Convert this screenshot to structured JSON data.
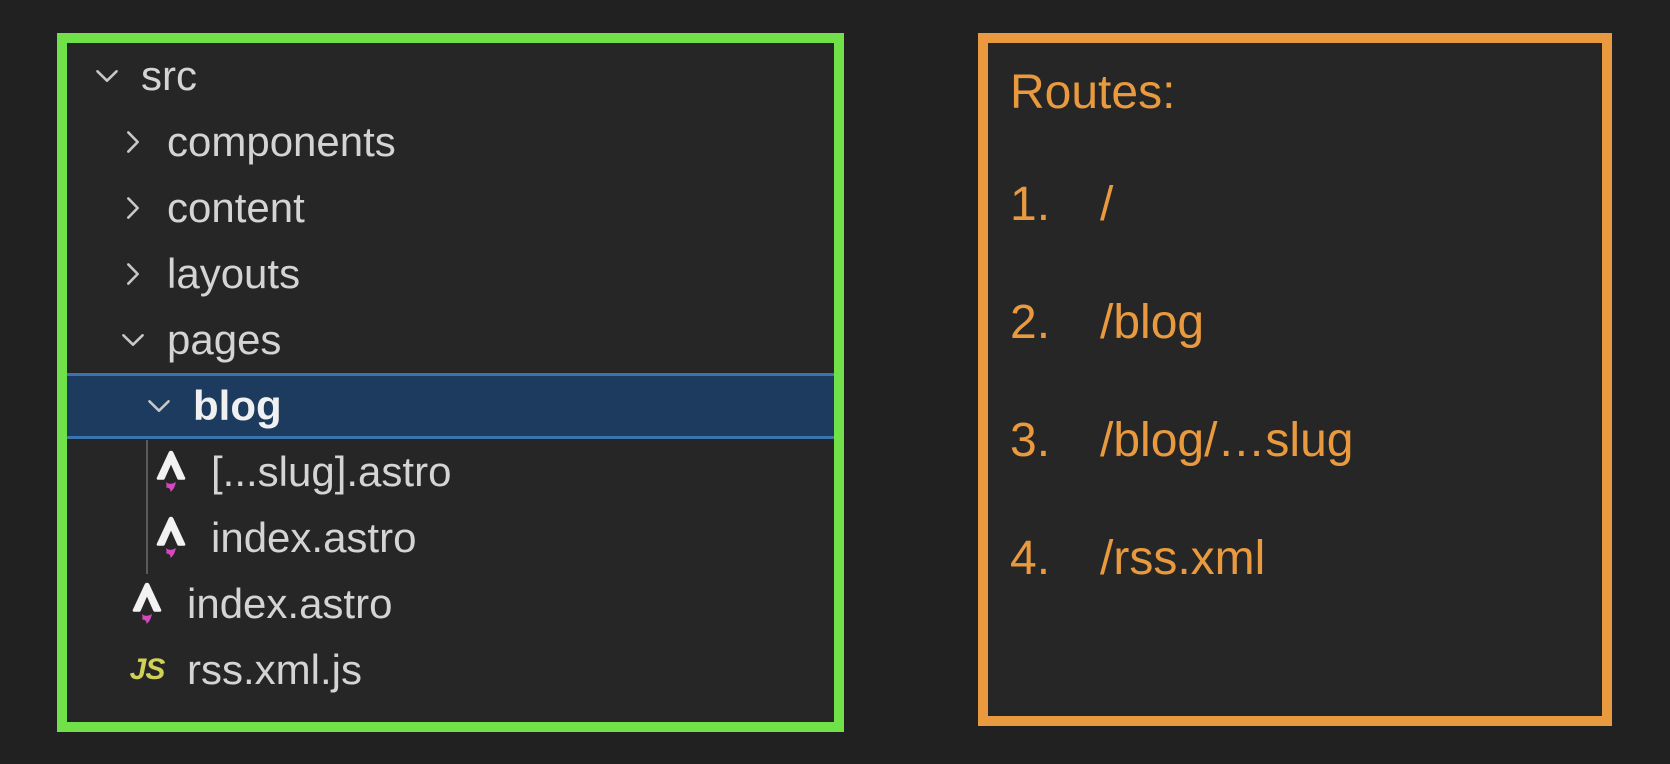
{
  "panels": {
    "file_explorer": {
      "items": [
        {
          "label": "src",
          "type": "folder",
          "expanded": true,
          "level": 0,
          "selected": false
        },
        {
          "label": "components",
          "type": "folder",
          "expanded": false,
          "level": 1,
          "selected": false
        },
        {
          "label": "content",
          "type": "folder",
          "expanded": false,
          "level": 1,
          "selected": false
        },
        {
          "label": "layouts",
          "type": "folder",
          "expanded": false,
          "level": 1,
          "selected": false
        },
        {
          "label": "pages",
          "type": "folder",
          "expanded": true,
          "level": 1,
          "selected": false
        },
        {
          "label": "blog",
          "type": "folder",
          "expanded": true,
          "level": 2,
          "selected": true
        },
        {
          "label": "[...slug].astro",
          "type": "file",
          "icon": "astro-icon",
          "level": 3,
          "selected": false
        },
        {
          "label": "index.astro",
          "type": "file",
          "icon": "astro-icon",
          "level": 3,
          "selected": false
        },
        {
          "label": "index.astro",
          "type": "file",
          "icon": "astro-icon",
          "level": 2,
          "selected": false
        },
        {
          "label": "rss.xml.js",
          "type": "file",
          "icon": "js-icon",
          "level": 2,
          "selected": false
        }
      ],
      "js_icon_text": "JS"
    },
    "routes": {
      "title": "Routes:",
      "items": [
        {
          "number": "1.",
          "path": "/"
        },
        {
          "number": "2.",
          "path": "/blog"
        },
        {
          "number": "3.",
          "path": "/blog/…slug"
        },
        {
          "number": "4.",
          "path": "/rss.xml"
        }
      ]
    }
  },
  "colors": {
    "page_background": "#212121",
    "panel_background": "#262626",
    "explorer_highlight_border": "#70e148",
    "routes_highlight_border": "#ea9a3e",
    "routes_text": "#ea9a3e",
    "tree_text": "#d4d4d4",
    "selection_background": "#1c3b5e",
    "selection_border": "#3b73ae",
    "astro_icon_flame": "#d747bd",
    "js_icon": "#d1d155"
  }
}
